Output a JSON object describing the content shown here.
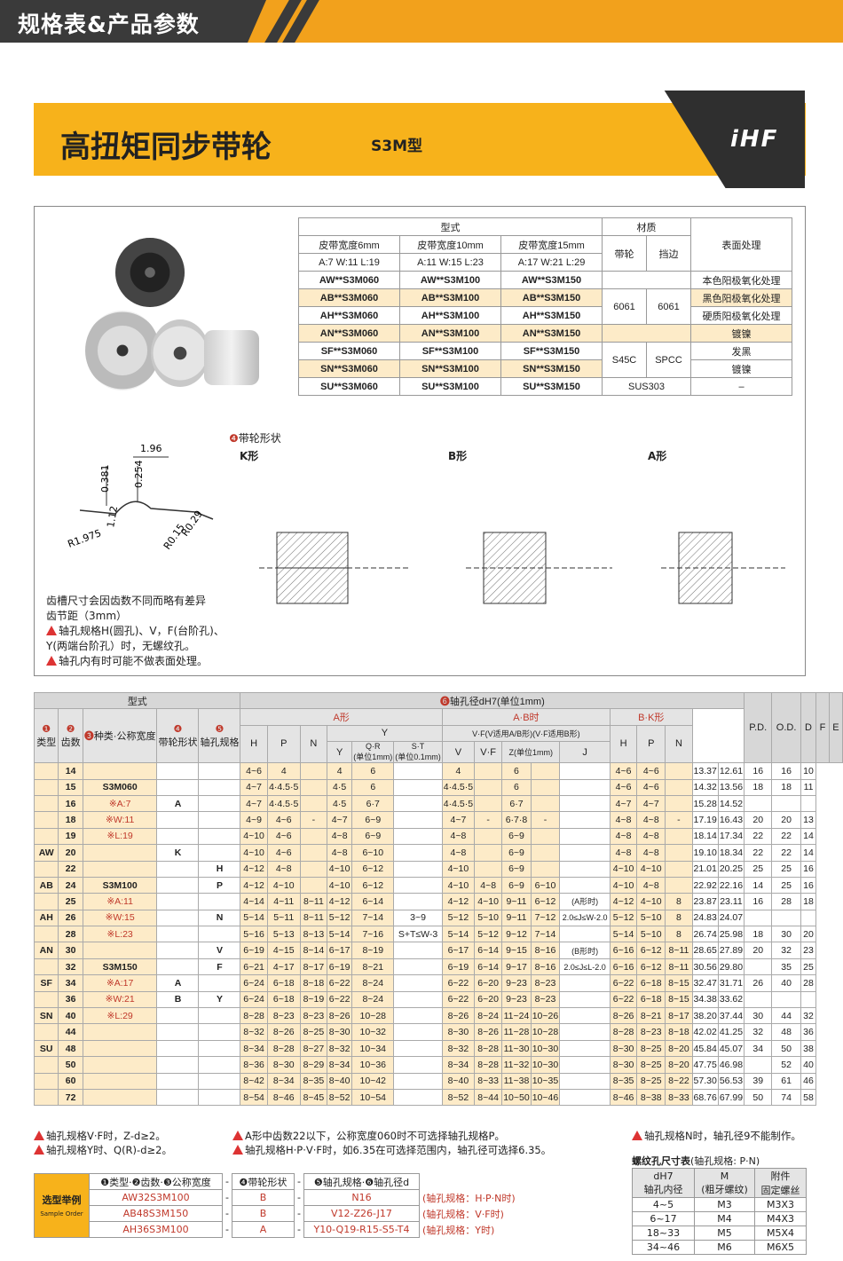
{
  "header": {
    "section_title": "规格表&产品参数",
    "title": "高扭矩同步带轮",
    "subtitle": "S3M型",
    "brand": "iHF"
  },
  "main_table": {
    "type_header": "型式",
    "material_header": "材质",
    "surface_header": "表面处理",
    "widths": [
      {
        "label": "皮带宽度6mm",
        "dims": "A:7   W:11   L:19"
      },
      {
        "label": "皮带宽度10mm",
        "dims": "A:11   W:15   L:23"
      },
      {
        "label": "皮带宽度15mm",
        "dims": "A:17   W:21   L:29"
      }
    ],
    "material_cols": [
      "带轮",
      "挡边"
    ],
    "rows": [
      {
        "p": [
          "AW**S3M060",
          "AW**S3M100",
          "AW**S3M150"
        ],
        "surface": "本色阳极氧化处理"
      },
      {
        "p": [
          "AB**S3M060",
          "AB**S3M100",
          "AB**S3M150"
        ],
        "surface": "黑色阳极氧化处理"
      },
      {
        "p": [
          "AH**S3M060",
          "AH**S3M100",
          "AH**S3M150"
        ],
        "surface": "硬质阳极氧化处理"
      },
      {
        "p": [
          "AN**S3M060",
          "AN**S3M100",
          "AN**S3M150"
        ],
        "surface": "镀镍"
      },
      {
        "p": [
          "SF**S3M060",
          "SF**S3M100",
          "SF**S3M150"
        ],
        "surface": "发黑"
      },
      {
        "p": [
          "SN**S3M060",
          "SN**S3M100",
          "SN**S3M150"
        ],
        "surface": "镀镍"
      },
      {
        "p": [
          "SU**S3M060",
          "SU**S3M100",
          "SU**S3M150"
        ],
        "surface": "–"
      }
    ],
    "mat_al": "6061",
    "mat_al2": "6061",
    "mat_s45c": "S45C",
    "mat_spcc": "SPCC",
    "mat_sus": "SUS303"
  },
  "shape": {
    "heading": "带轮形状",
    "k": "K形",
    "b": "B形",
    "a": "A形"
  },
  "tooth": {
    "d1": "1.96",
    "d2": "0.254",
    "d3": "0.381",
    "d4": "1.12",
    "d5": "R1.975",
    "d6": "R0.29",
    "d7": "R0.15"
  },
  "notes": {
    "n1": "齿槽尺寸会因齿数不同而略有差异",
    "n2": "齿节距（3mm）",
    "n3": "轴孔规格H(圆孔)、V，F(台阶孔)、",
    "n4": "Y(两端台阶孔）时，无螺纹孔。",
    "n5": "轴孔内有时可能不做表面处理。"
  },
  "data_table": {
    "h_type": "型式",
    "h_bore": "轴孔径dH7(单位1mm)",
    "h_c1": "类型",
    "h_c2": "齿数",
    "h_c3": "种类·公称宽度",
    "h_c4": "带轮形状",
    "h_c5": "轴孔规格",
    "h_a": "A形",
    "h_ab": "A·B时",
    "h_bk": "B·K形",
    "h_pd": "P.D.",
    "h_od": "O.D.",
    "h_d": "D",
    "h_f": "F",
    "h_e": "E",
    "h_h": "H",
    "h_p": "P",
    "h_n": "N",
    "h_y": "Y",
    "h_qr": "Q·R",
    "h_st": "S·T",
    "h_vf": "V·F(V适用A/B形)(V·F适用B形)",
    "h_v": "V",
    "h_vf2": "V·F",
    "h_z": "Z(单位1mm)",
    "h_j": "J",
    "h_u1": "(单位1mm)",
    "h_u01": "(单位0.1mm)",
    "h_ab_a": "A",
    "h_ab_b": "B",
    "types": [
      "AW",
      "AB",
      "AH",
      "AN",
      "SF",
      "SN",
      "SU"
    ],
    "variant": [
      "S3M060",
      "※A:7",
      "※W:11",
      "※L:19",
      "S3M100",
      "※A:11",
      "※W:15",
      "※L:23",
      "S3M150",
      "※A:17",
      "※W:21",
      "※L:29"
    ],
    "shapes": [
      "A",
      "K",
      "A",
      "B"
    ],
    "bores": [
      "H",
      "P",
      "N",
      "V",
      "F",
      "Y"
    ],
    "st_value": "3~9",
    "st_rule": "S+T≤W-3",
    "j_a": "(A形时)",
    "j_a2": "2.0≤J≤W-2.0",
    "j_b": "(B形时)",
    "j_b2": "2.0≤J≤L-2.0",
    "rows": [
      [
        "14",
        "4~6",
        "4",
        "",
        "4",
        "6",
        "4",
        "",
        "6",
        "",
        "4~6",
        "4~6",
        "",
        "13.37",
        "12.61",
        "16",
        "16",
        "10"
      ],
      [
        "15",
        "4~7",
        "4·4.5·5",
        "",
        "4·5",
        "6",
        "4·4.5·5",
        "",
        "6",
        "",
        "4~6",
        "4~6",
        "",
        "14.32",
        "13.56",
        "18",
        "18",
        "11"
      ],
      [
        "16",
        "4~7",
        "4·4.5·5",
        "",
        "4·5",
        "6·7",
        "4·4.5·5",
        "",
        "6·7",
        "",
        "4~7",
        "4~7",
        "",
        "15.28",
        "14.52",
        "",
        "",
        ""
      ],
      [
        "18",
        "4~9",
        "4~6",
        "-",
        "4~7",
        "6~9",
        "4~7",
        "-",
        "6·7·8",
        "-",
        "4~8",
        "4~8",
        "-",
        "17.19",
        "16.43",
        "20",
        "20",
        "13"
      ],
      [
        "19",
        "4~10",
        "4~6",
        "",
        "4~8",
        "6~9",
        "4~8",
        "",
        "6~9",
        "",
        "4~8",
        "4~8",
        "",
        "18.14",
        "17.34",
        "22",
        "22",
        "14"
      ],
      [
        "20",
        "4~10",
        "4~6",
        "",
        "4~8",
        "6~10",
        "4~8",
        "",
        "6~9",
        "",
        "4~8",
        "4~8",
        "",
        "19.10",
        "18.34",
        "22",
        "22",
        "14"
      ],
      [
        "22",
        "4~12",
        "4~8",
        "",
        "4~10",
        "6~12",
        "4~10",
        "",
        "6~9",
        "",
        "4~10",
        "4~10",
        "",
        "21.01",
        "20.25",
        "25",
        "25",
        "16"
      ],
      [
        "24",
        "4~12",
        "4~10",
        "",
        "4~10",
        "6~12",
        "4~10",
        "4~8",
        "6~9",
        "6~10",
        "4~10",
        "4~8",
        "",
        "22.92",
        "22.16",
        "14",
        "25",
        "16"
      ],
      [
        "25",
        "4~14",
        "4~11",
        "8~11",
        "4~12",
        "6~14",
        "4~12",
        "4~10",
        "9~11",
        "6~12",
        "4~12",
        "4~10",
        "8",
        "23.87",
        "23.11",
        "16",
        "28",
        "18"
      ],
      [
        "26",
        "5~14",
        "5~11",
        "8~11",
        "5~12",
        "7~14",
        "5~12",
        "5~10",
        "9~11",
        "7~12",
        "5~12",
        "5~10",
        "8",
        "24.83",
        "24.07",
        "",
        "",
        ""
      ],
      [
        "28",
        "5~16",
        "5~13",
        "8~13",
        "5~14",
        "7~16",
        "5~14",
        "5~12",
        "9~12",
        "7~14",
        "5~14",
        "5~10",
        "8",
        "26.74",
        "25.98",
        "18",
        "30",
        "20"
      ],
      [
        "30",
        "6~19",
        "4~15",
        "8~14",
        "6~17",
        "8~19",
        "6~17",
        "6~14",
        "9~15",
        "8~16",
        "6~16",
        "6~12",
        "8~11",
        "28.65",
        "27.89",
        "20",
        "32",
        "23"
      ],
      [
        "32",
        "6~21",
        "4~17",
        "8~17",
        "6~19",
        "8~21",
        "6~19",
        "6~14",
        "9~17",
        "8~16",
        "6~16",
        "6~12",
        "8~11",
        "30.56",
        "29.80",
        "",
        "35",
        "25"
      ],
      [
        "34",
        "6~24",
        "6~18",
        "8~18",
        "6~22",
        "8~24",
        "6~22",
        "6~20",
        "9~23",
        "8~23",
        "6~22",
        "6~18",
        "8~15",
        "32.47",
        "31.71",
        "26",
        "40",
        "28"
      ],
      [
        "36",
        "6~24",
        "6~18",
        "8~19",
        "6~22",
        "8~24",
        "6~22",
        "6~20",
        "9~23",
        "8~23",
        "6~22",
        "6~18",
        "8~15",
        "34.38",
        "33.62",
        "",
        "",
        ""
      ],
      [
        "40",
        "8~28",
        "8~23",
        "8~23",
        "8~26",
        "10~28",
        "8~26",
        "8~24",
        "11~24",
        "10~26",
        "8~26",
        "8~21",
        "8~17",
        "38.20",
        "37.44",
        "30",
        "44",
        "32"
      ],
      [
        "44",
        "8~32",
        "8~26",
        "8~25",
        "8~30",
        "10~32",
        "8~30",
        "8~26",
        "11~28",
        "10~28",
        "8~28",
        "8~23",
        "8~18",
        "42.02",
        "41.25",
        "32",
        "48",
        "36"
      ],
      [
        "48",
        "8~34",
        "8~28",
        "8~27",
        "8~32",
        "10~34",
        "8~32",
        "8~28",
        "11~30",
        "10~30",
        "8~30",
        "8~25",
        "8~20",
        "45.84",
        "45.07",
        "34",
        "50",
        "38"
      ],
      [
        "50",
        "8~36",
        "8~30",
        "8~29",
        "8~34",
        "10~36",
        "8~34",
        "8~28",
        "11~32",
        "10~30",
        "8~30",
        "8~25",
        "8~20",
        "47.75",
        "46.98",
        "",
        "52",
        "40"
      ],
      [
        "60",
        "8~42",
        "8~34",
        "8~35",
        "8~40",
        "10~42",
        "8~40",
        "8~33",
        "11~38",
        "10~35",
        "8~35",
        "8~25",
        "8~22",
        "57.30",
        "56.53",
        "39",
        "61",
        "46"
      ],
      [
        "72",
        "8~54",
        "8~46",
        "8~45",
        "8~52",
        "10~54",
        "8~52",
        "8~44",
        "10~50",
        "10~46",
        "8~46",
        "8~38",
        "8~33",
        "68.76",
        "67.99",
        "50",
        "74",
        "58"
      ]
    ]
  },
  "footnotes": {
    "f1": "轴孔规格V·F时，Z-d≥2。",
    "f2": "轴孔规格Y时、Q(R)-d≥2。",
    "f3": "A形中齿数22以下，公称宽度060时不可选择轴孔规格P。",
    "f4": "轴孔规格H·P·V·F时，如6.35在可选择范围内，轴孔径可选择6.35。",
    "f5": "轴孔规格N时，轴孔径9不能制作。"
  },
  "order": {
    "label": "选型举例",
    "label_en": "Sample Order",
    "h1": "❶类型·❷齿数·❸公称宽度",
    "h2": "❹带轮形状",
    "h3": "❺轴孔规格·❻轴孔径d",
    "rows": [
      [
        "AW32S3M100",
        "B",
        "N16",
        "(轴孔规格：H·P·N时)"
      ],
      [
        "AB48S3M150",
        "B",
        "V12-Z26-J17",
        "(轴孔规格：V·F时)"
      ],
      [
        "AH36S3M100",
        "A",
        "Y10-Q19-R15-S5-T4",
        "(轴孔规格：Y时)"
      ]
    ]
  },
  "screw": {
    "title": "螺纹孔尺寸表",
    "title_sub": "(轴孔规格: P·N)",
    "h1": "dH7",
    "h1b": "轴孔内径",
    "h2": "M",
    "h2b": "(粗牙螺纹)",
    "h3": "附件",
    "h3b": "固定螺丝",
    "rows": [
      [
        "4~5",
        "M3",
        "M3X3"
      ],
      [
        "6~17",
        "M4",
        "M4X3"
      ],
      [
        "18~33",
        "M5",
        "M5X4"
      ],
      [
        "34~46",
        "M6",
        "M6X5"
      ]
    ]
  }
}
